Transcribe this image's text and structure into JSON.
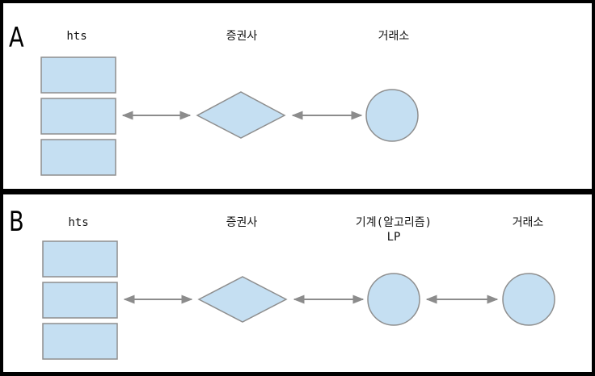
{
  "panels": [
    {
      "letter": "A",
      "labels": {
        "hts": "hts",
        "broker": "증권사",
        "exchange": "거래소"
      }
    },
    {
      "letter": "B",
      "labels": {
        "hts": "hts",
        "broker": "증권사",
        "machine": "기계(알고리즘)",
        "machine_sub": "LP",
        "exchange": "거래소"
      }
    }
  ],
  "colors": {
    "fill": "#c5dff2",
    "stroke": "#8e8e8e",
    "arrow": "#8c8c8c",
    "frame": "#000000"
  }
}
